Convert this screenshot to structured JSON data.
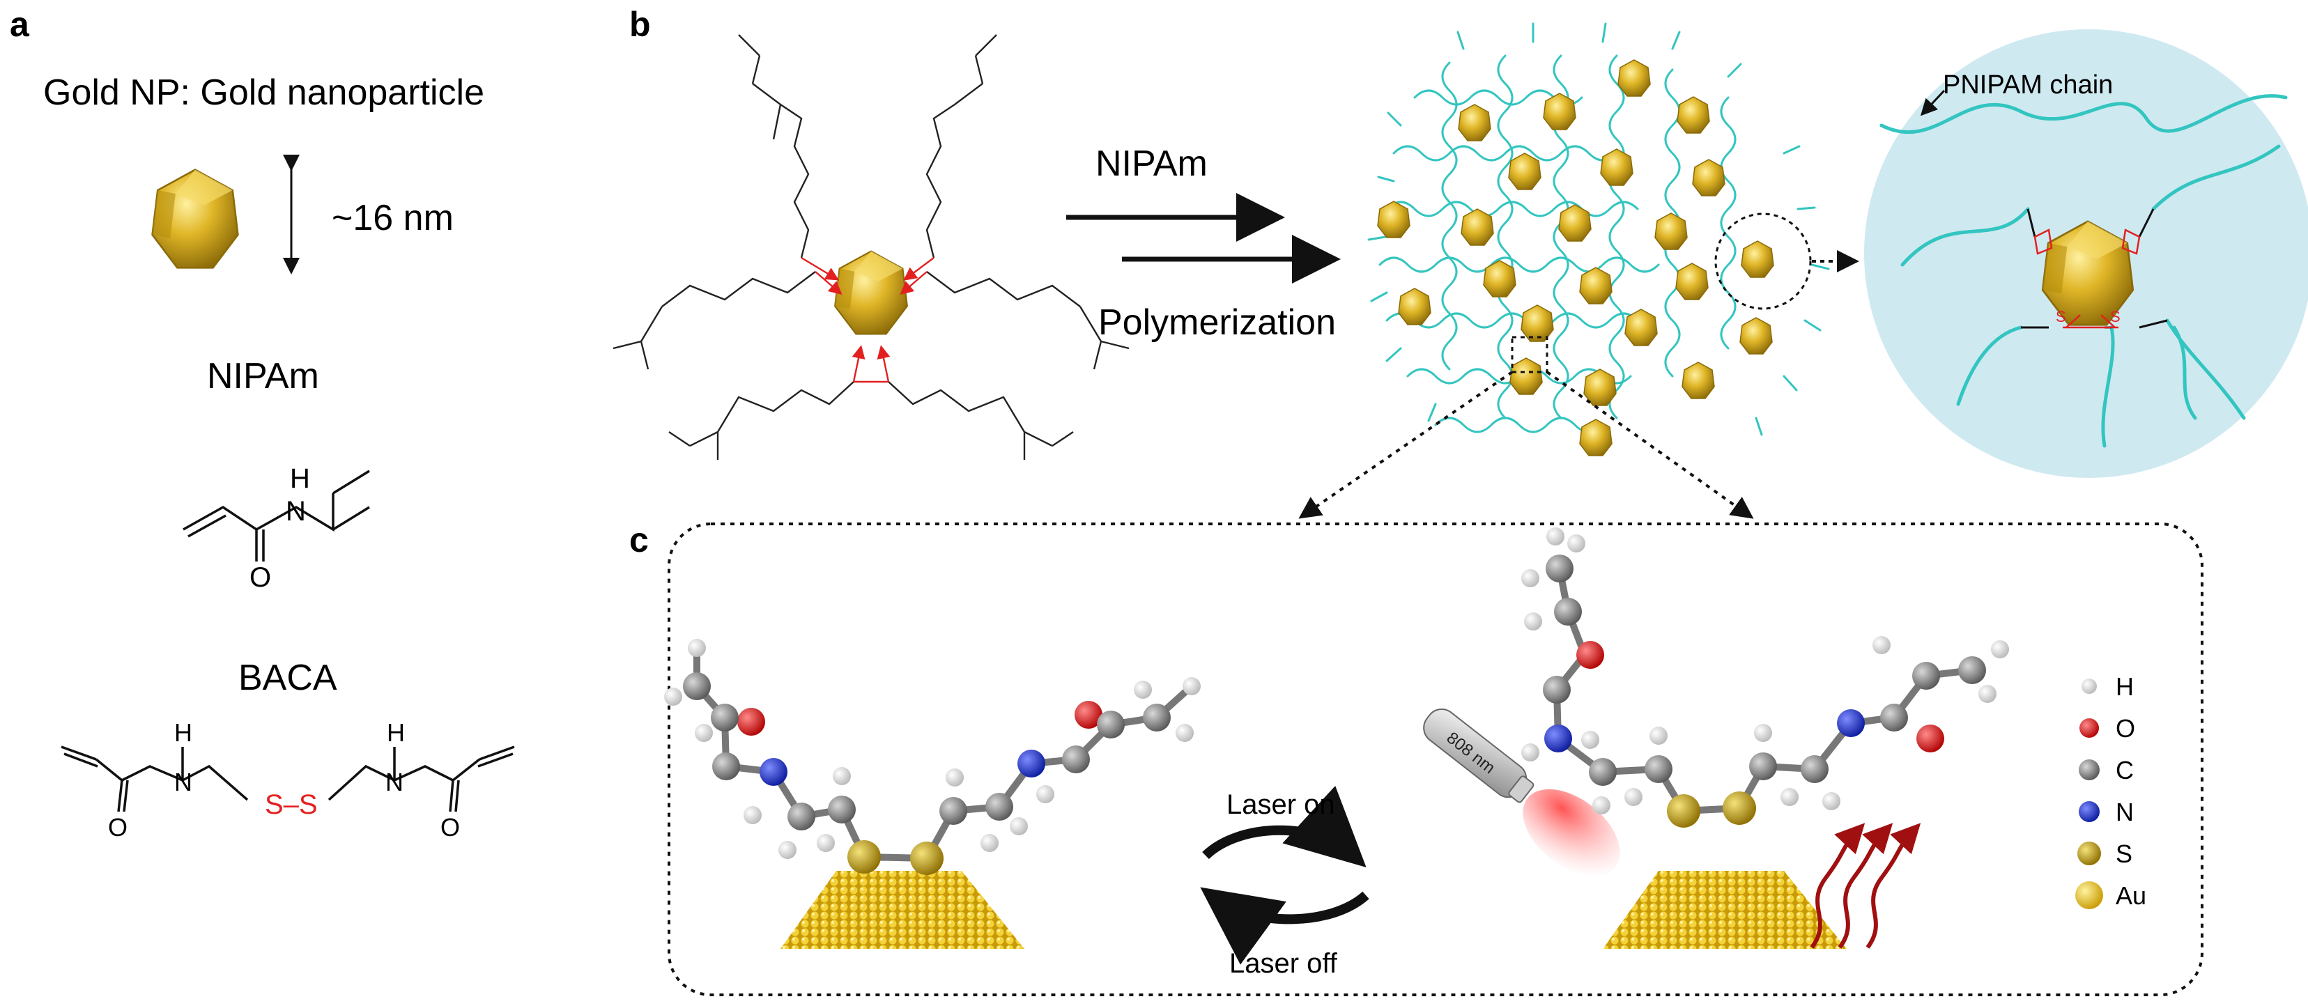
{
  "panel_a": {
    "letter": "a",
    "title": "Gold NP: Gold nanoparticle",
    "size_label": "~16 nm",
    "nipam_label": "NIPAm",
    "baca_label": "BACA"
  },
  "panel_b": {
    "letter": "b",
    "arrow_top_label": "NIPAm",
    "arrow_bottom_label": "Polymerization",
    "chain_label": "PNIPAM chain"
  },
  "panel_c": {
    "letter": "c",
    "laser_on": "Laser on",
    "laser_off": "Laser off",
    "laser_wavelength": "808 nm",
    "legend": [
      {
        "symbol": "H",
        "color": "#e6e6e6"
      },
      {
        "symbol": "O",
        "color": "#e01818"
      },
      {
        "symbol": "C",
        "color": "#8a8a8a"
      },
      {
        "symbol": "N",
        "color": "#1a2fc8"
      },
      {
        "symbol": "S",
        "color": "#b9981a"
      },
      {
        "symbol": "Au",
        "color": "#f0c800"
      }
    ]
  },
  "colors": {
    "gold": "#d4a817",
    "chain": "#33c5c0",
    "disulfide": "#e32020",
    "halo": "#cfe9f1"
  }
}
